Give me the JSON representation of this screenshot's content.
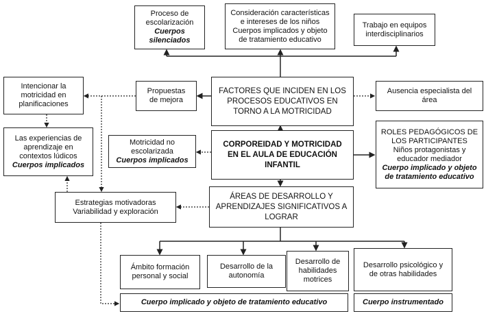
{
  "nodes": {
    "proceso": {
      "lines": [
        "Proceso de",
        "escolarización"
      ],
      "emphasis": [
        "Cuerpos",
        "silenciados"
      ]
    },
    "consideracion": {
      "lines": [
        "Consideración características",
        "e intereses de los niños",
        "Cuerpos implicados y objeto",
        "de tratamiento educativo"
      ]
    },
    "trabajo": {
      "lines": [
        "Trabajo en equipos",
        "interdisciplinarios"
      ]
    },
    "factores": {
      "lines": [
        "FACTORES QUE INCIDEN EN LOS",
        "PROCESOS EDUCATIVOS EN",
        "TORNO A LA MOTRICIDAD"
      ]
    },
    "propuestas": {
      "lines": [
        "Propuestas",
        "de mejora"
      ]
    },
    "intencionar": {
      "lines": [
        "Intencionar la",
        "motricidad en",
        "planificaciones"
      ]
    },
    "ausencia": {
      "lines": [
        "Ausencia especialista del",
        "área"
      ]
    },
    "experiencias": {
      "lines": [
        "Las experiencias de",
        "aprendizaje en",
        "contextos lúdicos"
      ],
      "emphasis": [
        "Cuerpos implicados"
      ]
    },
    "motricidad_no": {
      "lines": [
        "Motricidad no",
        "escolarizada"
      ],
      "emphasis": [
        "Cuerpos implicados"
      ]
    },
    "corporeidad": {
      "lines": [
        "CORPOREIDAD Y MOTRICIDAD",
        "EN EL AULA DE EDUCACIÓN",
        "INFANTIL"
      ]
    },
    "roles": {
      "lines": [
        "ROLES PEDAGÓGICOS DE",
        "LOS PARTICIPANTES",
        "Niños protagonistas y",
        "educador mediador"
      ],
      "emphasis": [
        "Cuerpo implicado y objeto",
        "de tratamiento educativo"
      ]
    },
    "estrategias": {
      "lines": [
        "Estrategias motivadoras",
        "Variabilidad y exploración"
      ]
    },
    "areas": {
      "lines": [
        "ÁREAS DE DESARROLLO Y",
        "APRENDIZAJES SIGNIFICATIVOS A",
        "LOGRAR"
      ]
    },
    "ambito": {
      "lines": [
        "Ámbito formación",
        "personal y social"
      ]
    },
    "autonomia": {
      "lines": [
        "Desarrollo de la",
        "autonomía"
      ]
    },
    "habilidades": {
      "lines": [
        "Desarrollo de",
        "habilidades",
        "motrices"
      ]
    },
    "psicologico": {
      "lines": [
        "Desarrollo psicológico y",
        "de otras habilidades"
      ]
    },
    "cuerpo_implicado": {
      "emphasis": [
        "Cuerpo implicado y objeto de tratamiento educativo"
      ]
    },
    "cuerpo_instrumentado": {
      "emphasis": [
        "Cuerpo instrumentado"
      ]
    }
  }
}
